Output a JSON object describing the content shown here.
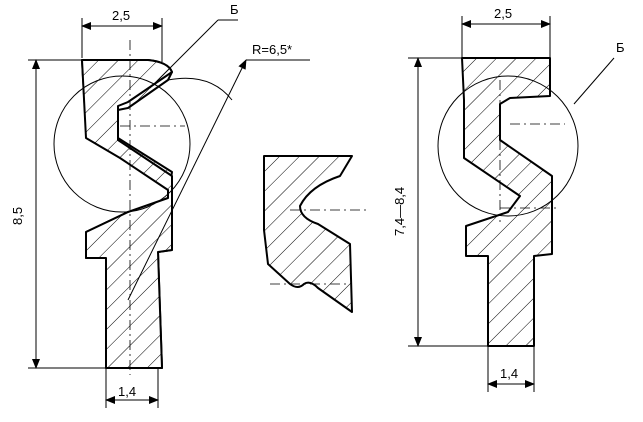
{
  "figures": {
    "left": {
      "width_label": "2,5",
      "height_label": "8,5",
      "bottom_label": "1,4",
      "section_label": "Б",
      "radius_label": "R=6,5*"
    },
    "detail": {
      "title": "Б"
    },
    "right": {
      "width_label": "2,5",
      "height_label": "7,4—8,4",
      "bottom_label": "1,4",
      "section_label": "Б"
    }
  }
}
